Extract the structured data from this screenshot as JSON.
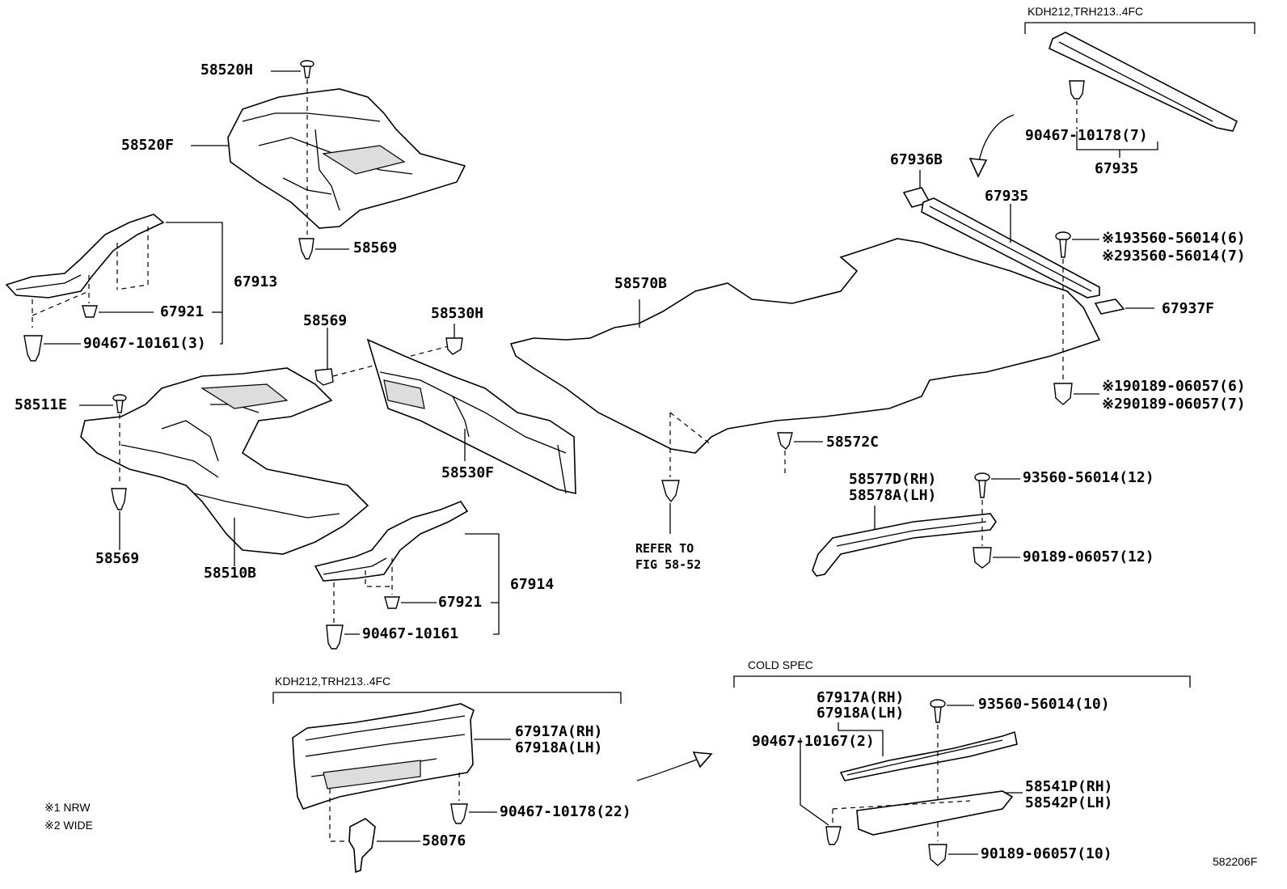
{
  "labels": {
    "p58520H": "58520H",
    "p58520F": "58520F",
    "p58569_a": "58569",
    "p67913": "67913",
    "p67921_a": "67921",
    "p90467_10161_3": "90467-10161(3)",
    "p58530H": "58530H",
    "p58569_b": "58569",
    "p58511E": "58511E",
    "p58530F": "58530F",
    "p58569_c": "58569",
    "p58510B": "58510B",
    "p67914": "67914",
    "p67921_b": "67921",
    "p90467_10161": "90467-10161",
    "p58570B": "58570B",
    "p58572C": "58572C",
    "p67936B": "67936B",
    "p67935_top": "67935",
    "p90467_10178_7": "90467-10178(7)",
    "p67935": "67935",
    "p93560_nrw": "※193560-56014(6)",
    "p93560_wide": "※293560-56014(7)",
    "p67937F": "67937F",
    "p90189_nrw": "※190189-06057(6)",
    "p90189_wide": "※290189-06057(7)",
    "p58577D": "58577D(RH)",
    "p58578A": "58578A(LH)",
    "p93560_12": "93560-56014(12)",
    "p90189_12": "90189-06057(12)",
    "p67917A_a": "67917A(RH)",
    "p67918A_a": "67918A(LH)",
    "p90467_10178_22": "90467-10178(22)",
    "p58076": "58076",
    "p67917A_b": "67917A(RH)",
    "p67918A_b": "67918A(LH)",
    "p93560_10": "93560-56014(10)",
    "p90467_10167_2": "90467-10167(2)",
    "p58541P": "58541P(RH)",
    "p58542P": "58542P(LH)",
    "p90189_10": "90189-06057(10)"
  },
  "references": {
    "line1": "REFER TO",
    "line2": "FIG 58-52"
  },
  "conditions": {
    "top_right": "KDH212,TRH213..4FC",
    "bottom_center": "KDH212,TRH213..4FC",
    "cold_spec": "COLD SPEC"
  },
  "notes": {
    "n1": "※1 NRW",
    "n2": "※2 WIDE"
  },
  "figure_id": "582206F"
}
